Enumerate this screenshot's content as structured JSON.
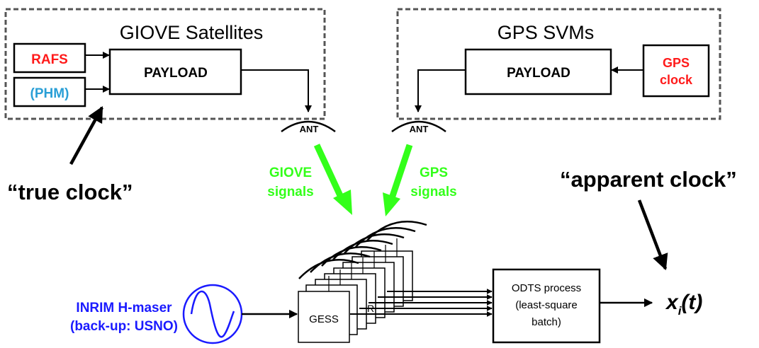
{
  "giove": {
    "title": "GIOVE Satellites",
    "clock1": "RAFS",
    "clock2": "(PHM)",
    "payload": "PAYLOAD",
    "antenna": "ANT"
  },
  "gps": {
    "title": "GPS SVMs",
    "payload": "PAYLOAD",
    "clock_line1": "GPS",
    "clock_line2": "clock",
    "antenna": "ANT"
  },
  "signals": {
    "giove_line1": "GIOVE",
    "giove_line2": "signals",
    "gps_line1": "GPS",
    "gps_line2": "signals"
  },
  "labels": {
    "true_clock": "“true clock”",
    "apparent_clock": "“apparent clock”"
  },
  "ground": {
    "maser_line1": "INRIM H-maser",
    "maser_line2": "(back-up: USNO)",
    "gess": "GESS",
    "receiver_r": "R",
    "odts_line1": "ODTS process",
    "odts_line2": "(least-square",
    "odts_line3": "batch)",
    "output_base": "x",
    "output_sub": "i",
    "output_arg": "(t)"
  },
  "colors": {
    "rafs": "#ff1a1a",
    "phm": "#2a9fd6",
    "gps_clock": "#ff1a1a",
    "signals": "#33ff1a",
    "maser": "#1a1aff"
  }
}
